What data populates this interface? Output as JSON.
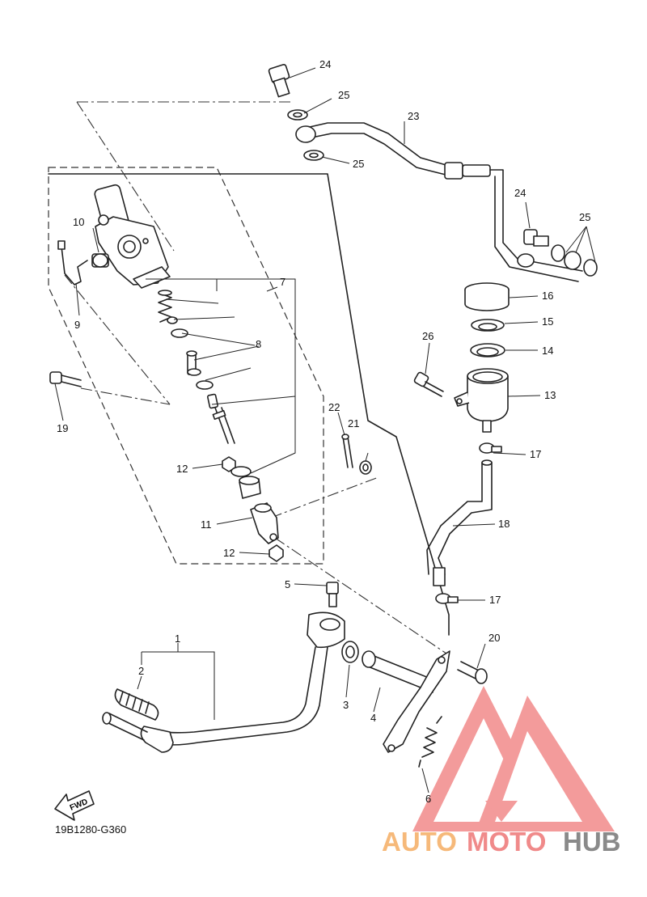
{
  "diagram": {
    "code": "19B1280-G360",
    "fwd_label": "FWD",
    "watermark": {
      "parts": [
        "AUTO",
        "MOTO",
        "HUB"
      ],
      "colors": [
        "#f6b97a",
        "#f08a8a",
        "#8a8a8a"
      ],
      "logo_color": "#f28a8a"
    },
    "callouts": {
      "c1": "1",
      "c2": "2",
      "c3": "3",
      "c4": "4",
      "c5": "5",
      "c6": "6",
      "c7": "7",
      "c8": "8",
      "c9": "9",
      "c10": "10",
      "c11": "11",
      "c12a": "12",
      "c12b": "12",
      "c13": "13",
      "c14": "14",
      "c15": "15",
      "c16": "16",
      "c17a": "17",
      "c17b": "17",
      "c18": "18",
      "c19": "19",
      "c20": "20",
      "c21": "21",
      "c22": "22",
      "c23": "23",
      "c24a": "24",
      "c24b": "24",
      "c25a": "25",
      "c25b": "25",
      "c25c": "25",
      "c26": "26"
    }
  }
}
